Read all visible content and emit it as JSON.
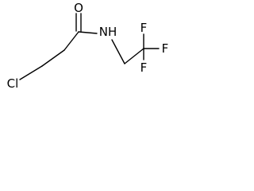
{
  "molecule": {
    "atoms": {
      "oxygen": "O",
      "nitrogen": "NH",
      "chlorine": "Cl",
      "fluorine_1": "F",
      "fluorine_2": "F",
      "fluorine_3": "F"
    }
  }
}
